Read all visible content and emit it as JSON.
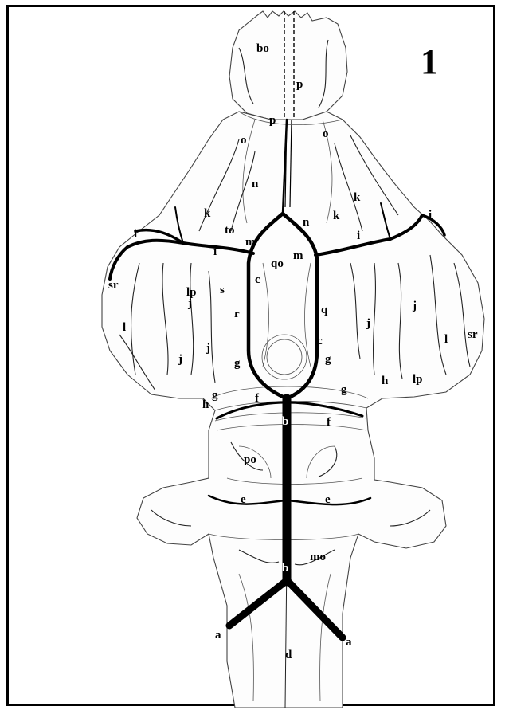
{
  "figure": {
    "number": "1",
    "labels": [
      {
        "id": "bo",
        "text": "bo"
      },
      {
        "id": "p1",
        "text": "p"
      },
      {
        "id": "p2",
        "text": "p"
      },
      {
        "id": "o1",
        "text": "o"
      },
      {
        "id": "o2",
        "text": "o"
      },
      {
        "id": "n1",
        "text": "n"
      },
      {
        "id": "n2",
        "text": "n"
      },
      {
        "id": "k1",
        "text": "k"
      },
      {
        "id": "k2",
        "text": "k"
      },
      {
        "id": "k3",
        "text": "k"
      },
      {
        "id": "i1",
        "text": "i"
      },
      {
        "id": "i2",
        "text": "i"
      },
      {
        "id": "i3",
        "text": "i"
      },
      {
        "id": "i4",
        "text": "i"
      },
      {
        "id": "to",
        "text": "to"
      },
      {
        "id": "m1",
        "text": "m"
      },
      {
        "id": "m2",
        "text": "m"
      },
      {
        "id": "qo",
        "text": "qo"
      },
      {
        "id": "sr1",
        "text": "sr"
      },
      {
        "id": "sr2",
        "text": "sr"
      },
      {
        "id": "lp1",
        "text": "lp"
      },
      {
        "id": "lp2",
        "text": "lp"
      },
      {
        "id": "s",
        "text": "s"
      },
      {
        "id": "c1",
        "text": "c"
      },
      {
        "id": "c2",
        "text": "c"
      },
      {
        "id": "r",
        "text": "r"
      },
      {
        "id": "q",
        "text": "q"
      },
      {
        "id": "j1",
        "text": "j"
      },
      {
        "id": "j2",
        "text": "j"
      },
      {
        "id": "j3",
        "text": "j"
      },
      {
        "id": "j4",
        "text": "j"
      },
      {
        "id": "j5",
        "text": "j"
      },
      {
        "id": "l1",
        "text": "l"
      },
      {
        "id": "l2",
        "text": "l"
      },
      {
        "id": "g1",
        "text": "g"
      },
      {
        "id": "g2",
        "text": "g"
      },
      {
        "id": "g3",
        "text": "g"
      },
      {
        "id": "g4",
        "text": "g"
      },
      {
        "id": "h1",
        "text": "h"
      },
      {
        "id": "h2",
        "text": "h"
      },
      {
        "id": "f1",
        "text": "f"
      },
      {
        "id": "f2",
        "text": "f"
      },
      {
        "id": "b1",
        "text": "b"
      },
      {
        "id": "b2",
        "text": "b"
      },
      {
        "id": "po",
        "text": "po"
      },
      {
        "id": "e1",
        "text": "e"
      },
      {
        "id": "e2",
        "text": "e"
      },
      {
        "id": "mo",
        "text": "mo"
      },
      {
        "id": "a1",
        "text": "a"
      },
      {
        "id": "a2",
        "text": "a"
      },
      {
        "id": "d",
        "text": "d"
      }
    ]
  }
}
